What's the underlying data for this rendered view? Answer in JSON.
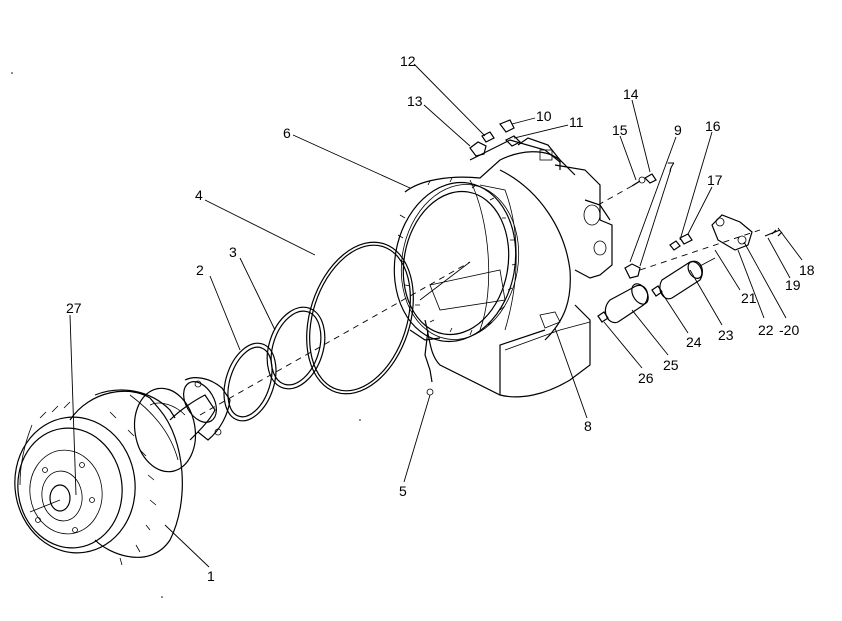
{
  "labels": {
    "l1": "1",
    "l2": "2",
    "l3": "3",
    "l4": "4",
    "l5": "5",
    "l6": "6",
    "l7": "7",
    "l8": "8",
    "l9": "9",
    "l10": "10",
    "l11": "11",
    "l12": "12",
    "l13": "13",
    "l14": "14",
    "l15": "15",
    "l16": "16",
    "l17": "17",
    "l18": "18",
    "l19": "19",
    "l20": "-20",
    "l21": "21",
    "l22": "22",
    "l23": "23",
    "l24": "24",
    "l25": "25",
    "l26": "26",
    "l27": "27"
  }
}
